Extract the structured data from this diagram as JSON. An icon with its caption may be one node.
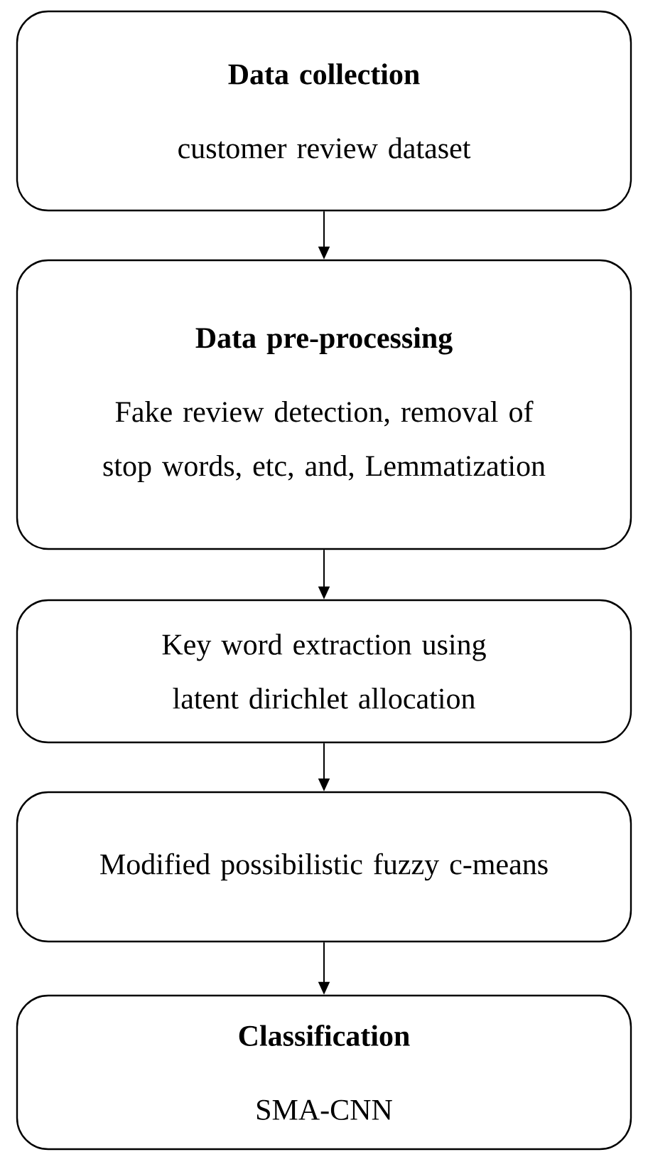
{
  "diagram": {
    "nodes": [
      {
        "text": [
          "Data collection",
          "customer review dataset"
        ]
      },
      {
        "text": [
          "Data pre-processing",
          "Fake review detection, removal of stop words, etc, and, Lemmatization"
        ]
      },
      {
        "text": [
          "Key word extraction using latent dirichlet allocation"
        ]
      },
      {
        "text": [
          "Modified possibilistic fuzzy c-means"
        ]
      },
      {
        "text": [
          "Classification",
          "SMA-CNN"
        ]
      }
    ],
    "edges": [
      {
        "from": 0,
        "to": 1,
        "arrow": "to"
      },
      {
        "from": 1,
        "to": 2,
        "arrow": "to"
      },
      {
        "from": 2,
        "to": 3,
        "arrow": "to"
      },
      {
        "from": 3,
        "to": 4,
        "arrow": "to"
      }
    ]
  }
}
